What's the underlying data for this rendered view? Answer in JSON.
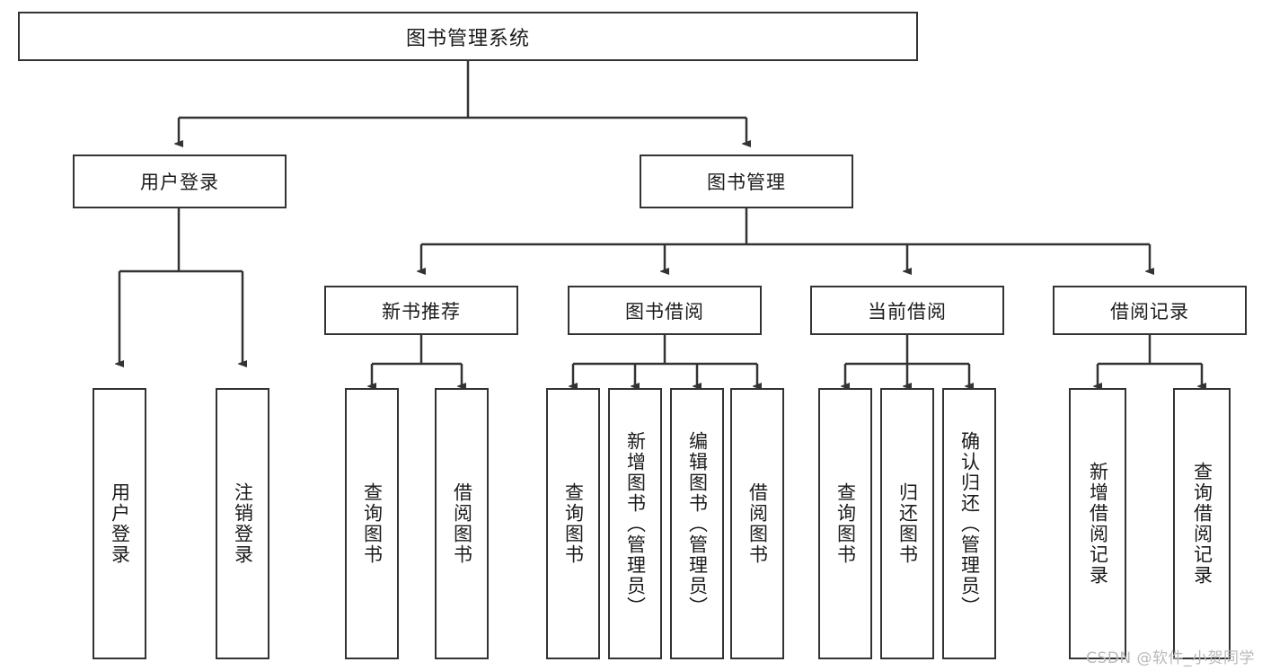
{
  "diagram": {
    "type": "tree",
    "title": "图书管理系统",
    "root": {
      "label": "图书管理系统"
    },
    "level2": [
      {
        "label": "用户登录"
      },
      {
        "label": "图书管理"
      }
    ],
    "level3": [
      {
        "label": "新书推荐"
      },
      {
        "label": "图书借阅"
      },
      {
        "label": "当前借阅"
      },
      {
        "label": "借阅记录"
      }
    ],
    "leaves": {
      "user_login": [
        {
          "label": "用户登录"
        },
        {
          "label": "注销登录"
        }
      ],
      "new_book_recommend": [
        {
          "label": "查询图书"
        },
        {
          "label": "借阅图书"
        }
      ],
      "book_borrow": [
        {
          "label": "查询图书"
        },
        {
          "label": "新增图书（管理员）"
        },
        {
          "label": "编辑图书（管理员）"
        },
        {
          "label": "借阅图书"
        }
      ],
      "current_borrow": [
        {
          "label": "查询图书"
        },
        {
          "label": "归还图书"
        },
        {
          "label": "确认归还（管理员）"
        }
      ],
      "borrow_record": [
        {
          "label": "新增借阅记录"
        },
        {
          "label": "查询借阅记录"
        }
      ]
    }
  },
  "watermark": {
    "text": "CSDN @软件_小贺同学"
  },
  "colors": {
    "stroke": "#333333",
    "fill": "#ffffff",
    "text": "#1b1b1b",
    "watermark": "#b9b9b9"
  }
}
